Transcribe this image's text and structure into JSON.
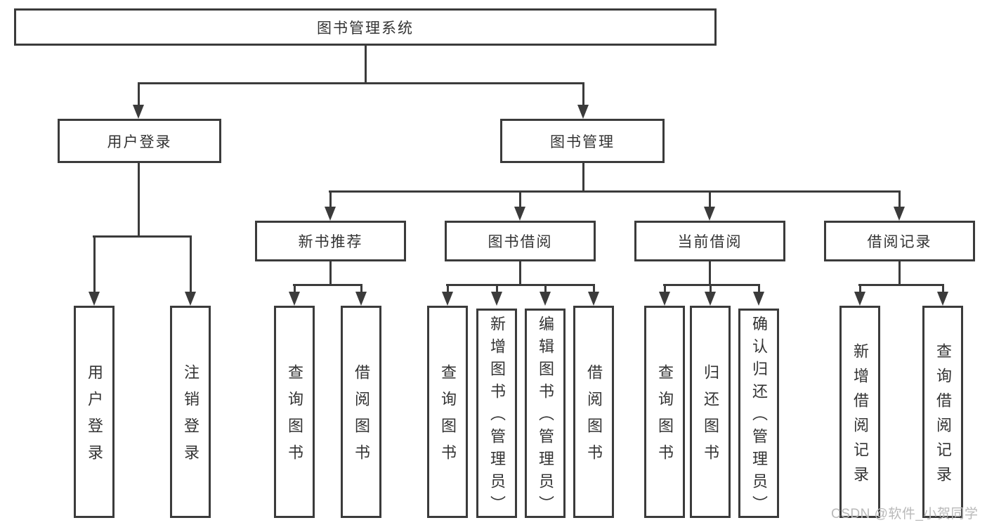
{
  "colors": {
    "background": "#ffffff",
    "line": "#3b3b3b",
    "text": "#333333",
    "watermark": "#b9b9b9"
  },
  "root": {
    "label": "图书管理系统"
  },
  "level2": [
    {
      "label": "用户登录"
    },
    {
      "label": "图书管理"
    }
  ],
  "level3": [
    {
      "label": "新书推荐"
    },
    {
      "label": "图书借阅"
    },
    {
      "label": "当前借阅"
    },
    {
      "label": "借阅记录"
    }
  ],
  "leaves": {
    "user_login_group": [
      {
        "label": "用户登录"
      },
      {
        "label": "注销登录"
      }
    ],
    "new_book_group": [
      {
        "label": "查询图书"
      },
      {
        "label": "借阅图书"
      }
    ],
    "book_borrow_group": [
      {
        "label": "查询图书"
      },
      {
        "label": "新增图书（管理员）"
      },
      {
        "label": "编辑图书（管理员）"
      },
      {
        "label": "借阅图书"
      }
    ],
    "current_borrow_group": [
      {
        "label": "查询图书"
      },
      {
        "label": "归还图书"
      },
      {
        "label": "确认归还（管理员）"
      }
    ],
    "borrow_record_group": [
      {
        "label": "新增借阅记录"
      },
      {
        "label": "查询借阅记录"
      }
    ]
  },
  "watermark": {
    "text": "CSDN @软件_小贺同学"
  }
}
